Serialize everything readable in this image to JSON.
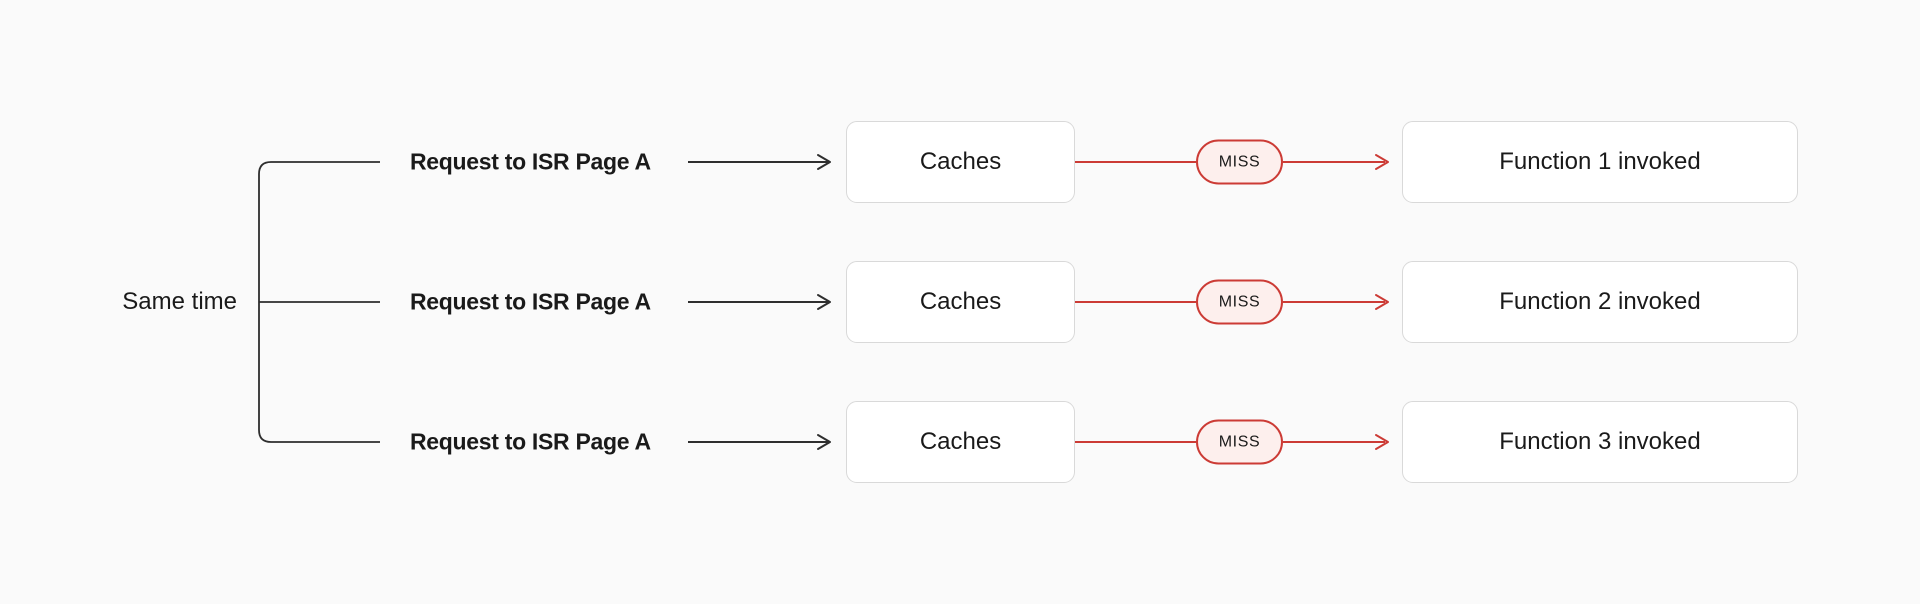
{
  "diagram": {
    "side_label": "Same time",
    "rows": [
      {
        "request_label": "Request to ISR Page A",
        "cache_label": "Caches",
        "badge_label": "MISS",
        "function_label": "Function 1 invoked"
      },
      {
        "request_label": "Request to ISR Page A",
        "cache_label": "Caches",
        "badge_label": "MISS",
        "function_label": "Function 2 invoked"
      },
      {
        "request_label": "Request to ISR Page A",
        "cache_label": "Caches",
        "badge_label": "MISS",
        "function_label": "Function 3 invoked"
      }
    ]
  },
  "colors": {
    "background": "#fafafa",
    "text": "#1a1a1a",
    "line-dark": "#2e2e2e",
    "accent-red": "#cc3b35",
    "badge-bg": "#fdefed",
    "node-bg": "#ffffff",
    "node-border": "#d9d9d9"
  }
}
